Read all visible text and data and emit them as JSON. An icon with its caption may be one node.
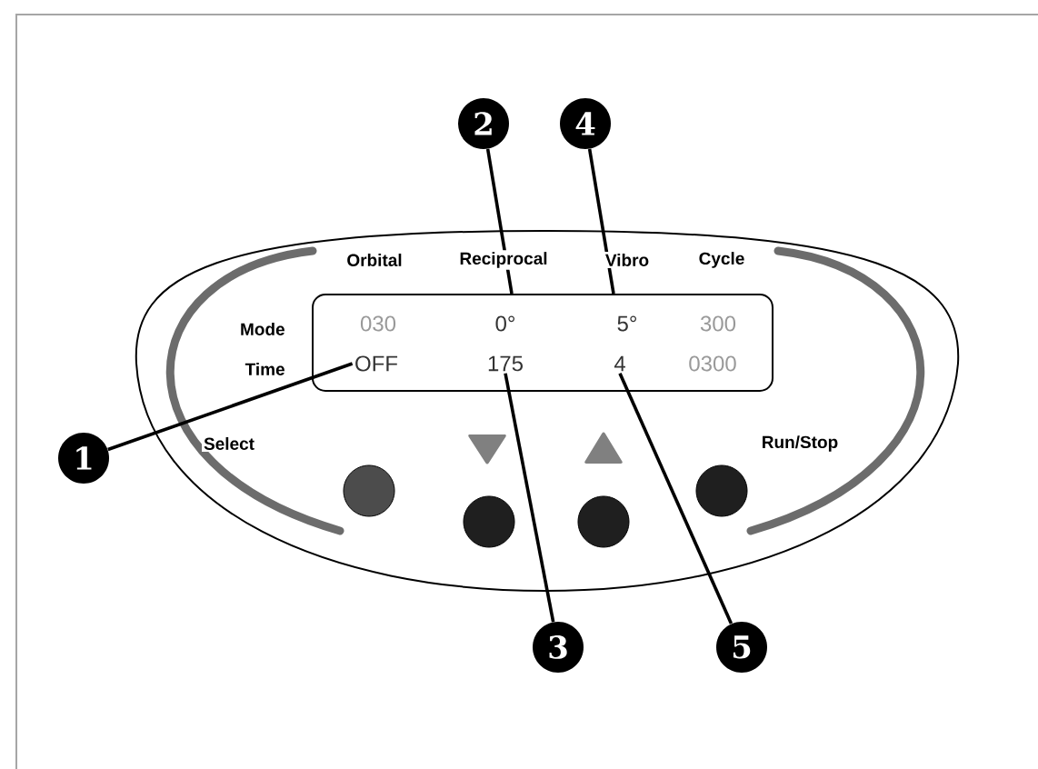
{
  "diagram": {
    "nodes": [
      {
        "text": [
          "1"
        ]
      },
      {
        "text": [
          "2"
        ]
      },
      {
        "text": [
          "3"
        ]
      },
      {
        "text": [
          "4"
        ]
      },
      {
        "text": [
          "5"
        ]
      },
      {
        "text": [],
        "shape": "box"
      },
      {
        "text": [
          "OFF"
        ],
        "in": 5
      },
      {
        "text": [
          "175"
        ],
        "in": 5
      },
      {
        "text": [
          "4"
        ],
        "in": 5
      }
    ],
    "edges": [
      {
        "from": 0,
        "to": 6,
        "arrow": "none"
      },
      {
        "from": 1,
        "to": 5,
        "arrow": "none"
      },
      {
        "from": 2,
        "to": 7,
        "arrow": "none"
      },
      {
        "from": 3,
        "to": 5,
        "arrow": "none"
      },
      {
        "from": 4,
        "to": 8,
        "arrow": "none"
      }
    ],
    "labels": [
      "Orbital",
      "Reciprocal",
      "Vibro",
      "Cycle",
      "Mode",
      "030",
      "0°",
      "5°",
      "300",
      "Time",
      "0300",
      "Select",
      "Run/Stop"
    ]
  }
}
